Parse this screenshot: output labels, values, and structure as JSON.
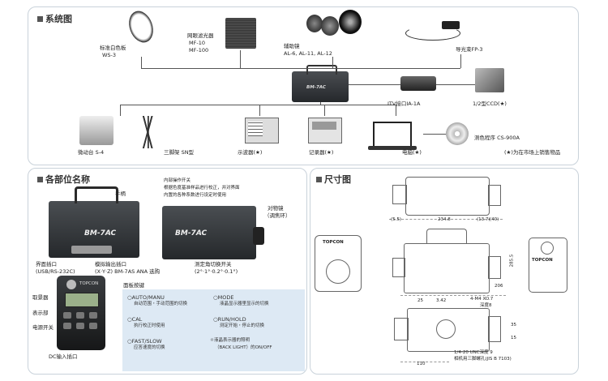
{
  "system": {
    "title": "系统图",
    "white_plate": {
      "name": "标准白色板",
      "model": "WS-3"
    },
    "filter": {
      "name": "网眼滤光器",
      "model1": "MF-10",
      "model2": "MF-100"
    },
    "lens": {
      "name": "辅助镜",
      "models": "AL-6, AL-11, AL-12"
    },
    "fiber": {
      "name": "导光束FP-3"
    },
    "tv_adapter": {
      "name": "ITV接口IA-1A"
    },
    "ccd": {
      "name": "1/2型CCD(★)"
    },
    "stand": {
      "name": "微动台 S-4"
    },
    "tripod": {
      "name": "三脚架 SN型"
    },
    "oscilloscope": {
      "name": "示波器(★)"
    },
    "recorder": {
      "name": "记录器(★)"
    },
    "computer": {
      "name": "电脑(★)"
    },
    "software": {
      "name": "测色程序 CS-900A"
    },
    "note": "(★)为在市场上销售物品",
    "brand": "BM-7AC"
  },
  "parts": {
    "title": "各部位名称",
    "handle": "手柄",
    "interface": {
      "line1": "界面插口",
      "line2": "(USB/RS-232C)"
    },
    "analog": {
      "line1": "模拟输出插口",
      "line2": "(X·Y·Z) BM-7AS ANA 选购"
    },
    "internal": {
      "line1": "内部操作开关",
      "line2": "根据色度基准样品进行校正，并对界面",
      "line3": "内置的各种系数进行设定时使用"
    },
    "eyepiece": {
      "line1": "对物镜",
      "line2": "（调焦环）"
    },
    "angle": {
      "line1": "测定角切换开关",
      "line2": "(2°·1°·0.2°·0.1°)"
    },
    "receiver": "取景器",
    "display": "表示部",
    "power": "电源开关",
    "dc": "DC输入插口",
    "panel_title": "面板按键",
    "keys": [
      {
        "name": "AUTO/MANU",
        "desc": "自动范围・手动范围的切换"
      },
      {
        "name": "MODE",
        "desc": "液晶显示器里显示的切换"
      },
      {
        "name": "CAL",
        "desc": "执行校正时使用"
      },
      {
        "name": "RUN/HOLD",
        "desc": "测定开始・停止的切换"
      },
      {
        "name": "FAST/SLOW",
        "desc": "应答速度的切换"
      },
      {
        "name": "液晶表示器的照明",
        "desc": "（BACK LIGHT）的ON/OFF"
      }
    ],
    "remote_brand": "TOPCON",
    "brand": "BM-7AC"
  },
  "dims": {
    "title": "尺寸图",
    "d1": "(5.5)",
    "d2": "234.8",
    "d3": "(13.7)",
    "d4": "(40)",
    "d5": "285.5",
    "d6": "206",
    "d7": "25",
    "d8": "3.42",
    "d9": "4-M4 XO.7",
    "d10": "深度8",
    "d11": "1/4-20 UNC深度 9",
    "d12": "相机用三脚螺孔(JIS B 7103)",
    "d13": "110",
    "d14": "35",
    "d15": "15",
    "brand": "TOPCON"
  }
}
